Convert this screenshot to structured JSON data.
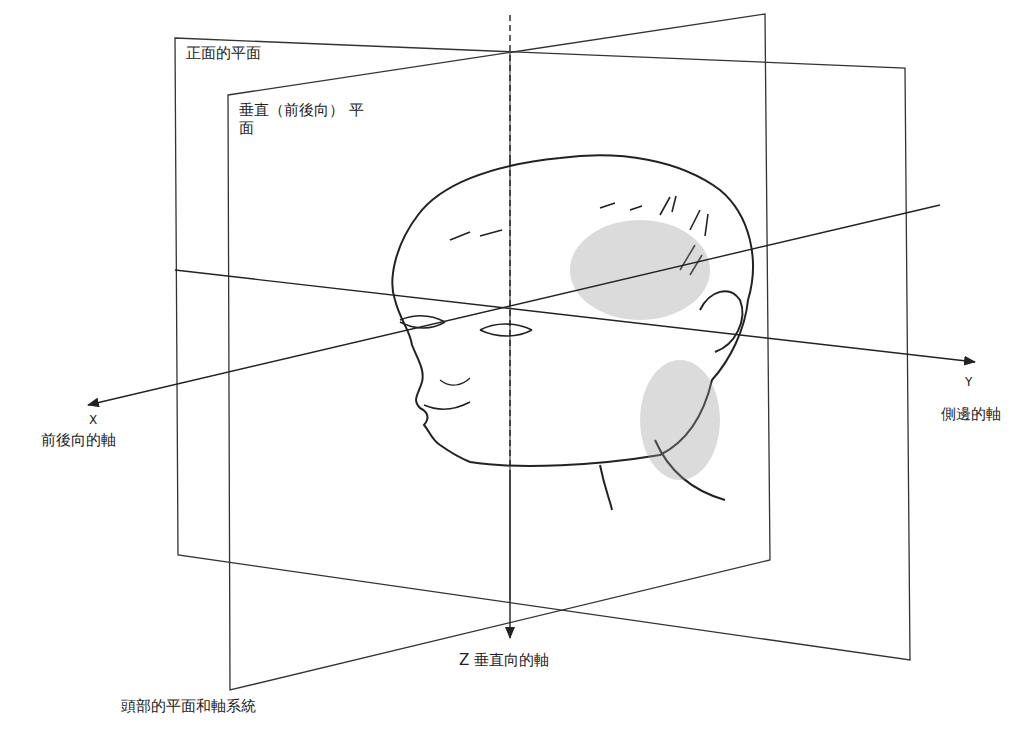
{
  "diagram": {
    "caption": "頭部的平面和軸系統",
    "labels": [
      "正面的平面",
      "垂直（前後向） 平面",
      "X",
      "前後向的軸",
      "Y",
      "側邊的軸",
      "Z 垂直向的軸"
    ]
  }
}
